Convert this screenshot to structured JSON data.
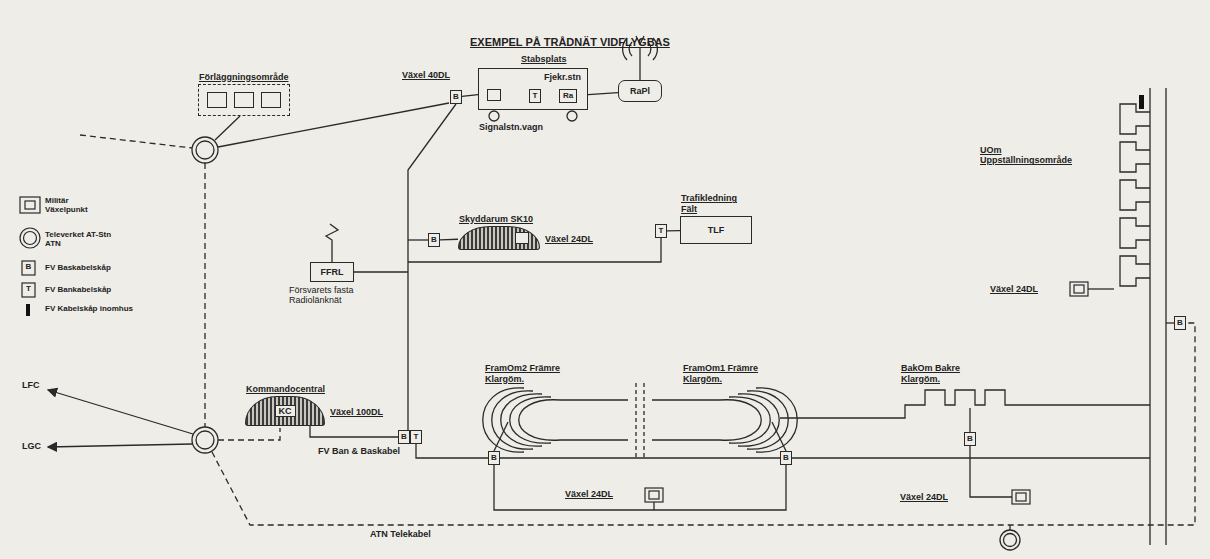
{
  "diagram": {
    "title": "EXEMPEL PÅ TRÅDNÄT VIDFLYGBAS",
    "nodes": [
      {
        "text": [
          "Förläggningsområde"
        ]
      },
      {
        "text": [
          "Stabsplats",
          "Fjekr.stn",
          "Signalstn.vagn"
        ]
      },
      {
        "text": [
          "T"
        ],
        "in": 1
      },
      {
        "text": [
          "Ra"
        ],
        "in": 1
      },
      {
        "text": [
          "B"
        ]
      },
      {
        "text": [
          "RaPl"
        ]
      },
      {
        "text": [
          "FFRL",
          "Försvarets fasta Radiolänknät"
        ]
      },
      {
        "text": [
          "Skyddarum SK10",
          "Växel 24DL"
        ]
      },
      {
        "text": [
          "B"
        ]
      },
      {
        "text": [
          "Trafikledning Fält",
          "TLF"
        ]
      },
      {
        "text": [
          "T"
        ]
      },
      {
        "text": [
          "UOm Uppställningsområde"
        ]
      },
      {
        "text": [
          "Kommandocentral",
          "KC",
          "Växel 100DL"
        ]
      },
      {
        "text": [
          "B"
        ]
      },
      {
        "text": [
          "T"
        ]
      },
      {
        "text": [
          "FramOm2 Främre Klargöm."
        ]
      },
      {
        "text": [
          "FramOm1 Främre Klargöm."
        ]
      },
      {
        "text": [
          "BakOm Bakre Klargöm."
        ]
      },
      {
        "text": [
          "B"
        ]
      },
      {
        "text": [
          "B"
        ]
      },
      {
        "text": [
          "B"
        ]
      },
      {
        "text": [
          "B"
        ]
      }
    ],
    "edges": [
      {
        "from": 4,
        "to": 1,
        "arrow": "none"
      },
      {
        "from": 3,
        "to": 5,
        "arrow": "none"
      },
      {
        "from": 8,
        "to": 7,
        "arrow": "none"
      },
      {
        "from": 10,
        "to": 9,
        "arrow": "none"
      },
      {
        "from": 20,
        "to": 17,
        "arrow": "none"
      }
    ],
    "labels": [
      "Växel 40DL",
      "Växel 24DL",
      "Växel 24DL",
      "Växel 24DL",
      "FV Ban & Baskabel",
      "ATN Telekabel",
      "LFC",
      "LGC",
      "B",
      "T"
    ],
    "legend": [
      {
        "text": "Militär Växelpunkt"
      },
      {
        "text": "Televerket AT-Stn ATN"
      },
      {
        "text": "FV Baskabelskåp"
      },
      {
        "text": "FV Bankabelskåp"
      },
      {
        "text": "FV Kabelskåp inomhus"
      }
    ]
  }
}
